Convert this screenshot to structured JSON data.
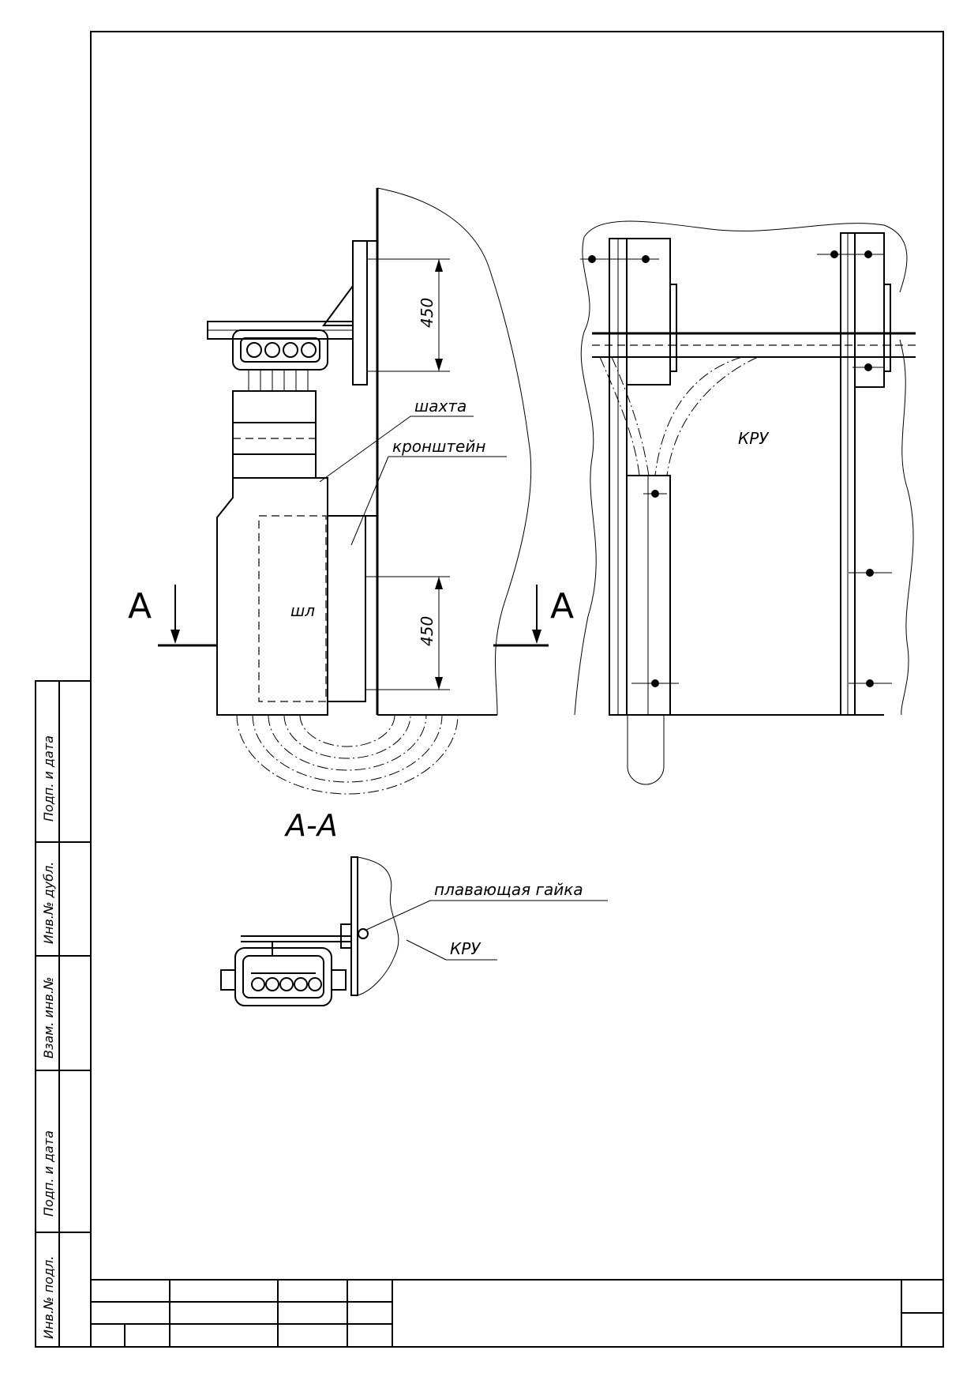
{
  "labels": {
    "shaft": "шахта",
    "bracket": "кронштейн",
    "kru_top": "КРУ",
    "busbar": "шл",
    "dim_upper": "450",
    "dim_lower": "450",
    "section_mark_left": "А",
    "section_mark_right": "А",
    "section_title": "А-А",
    "floating_nut": "плавающая гайка",
    "kru_section": "КРУ"
  },
  "side_stamp": {
    "sign_date_1": "Подп. и дата",
    "dup_inv": "Инв.№ дубл.",
    "replaced_inv": "Взам. инв.№",
    "sign_date_2": "Подп. и дата",
    "orig_inv": "Инв.№ подл."
  }
}
